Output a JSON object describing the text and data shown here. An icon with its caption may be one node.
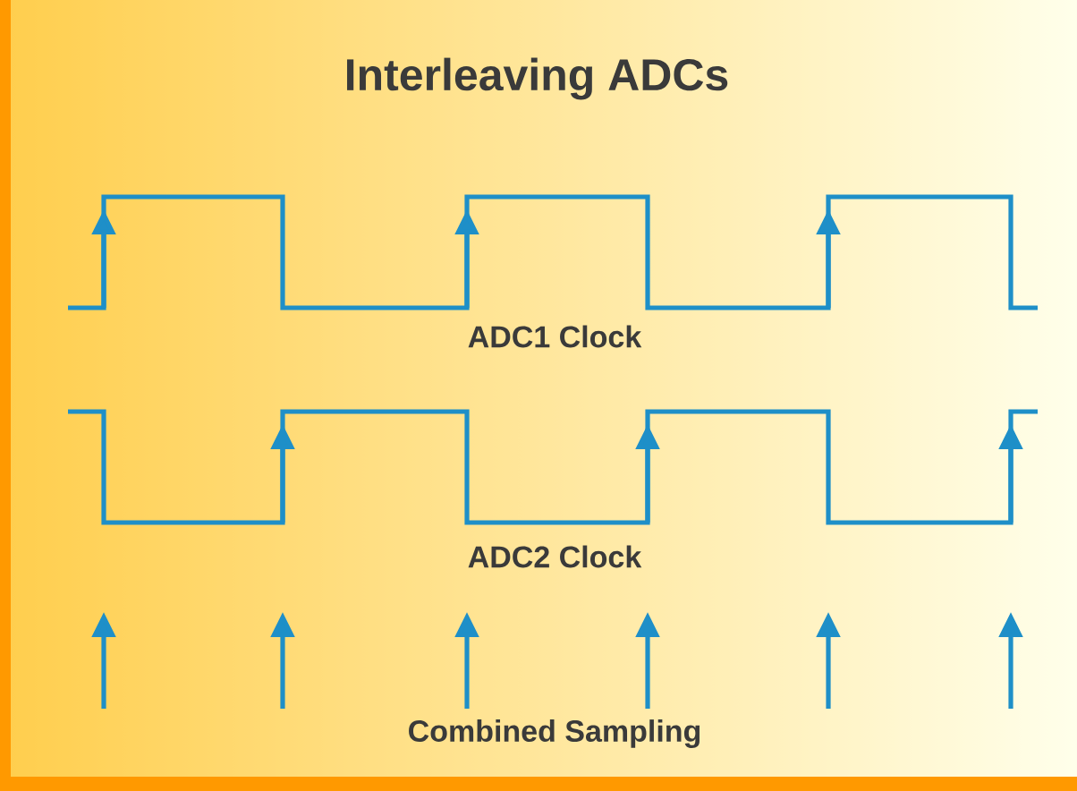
{
  "diagram": {
    "title": "Interleaving ADCs",
    "labels": [
      "ADC1 Clock",
      "ADC2 Clock",
      "Combined Sampling"
    ]
  }
}
